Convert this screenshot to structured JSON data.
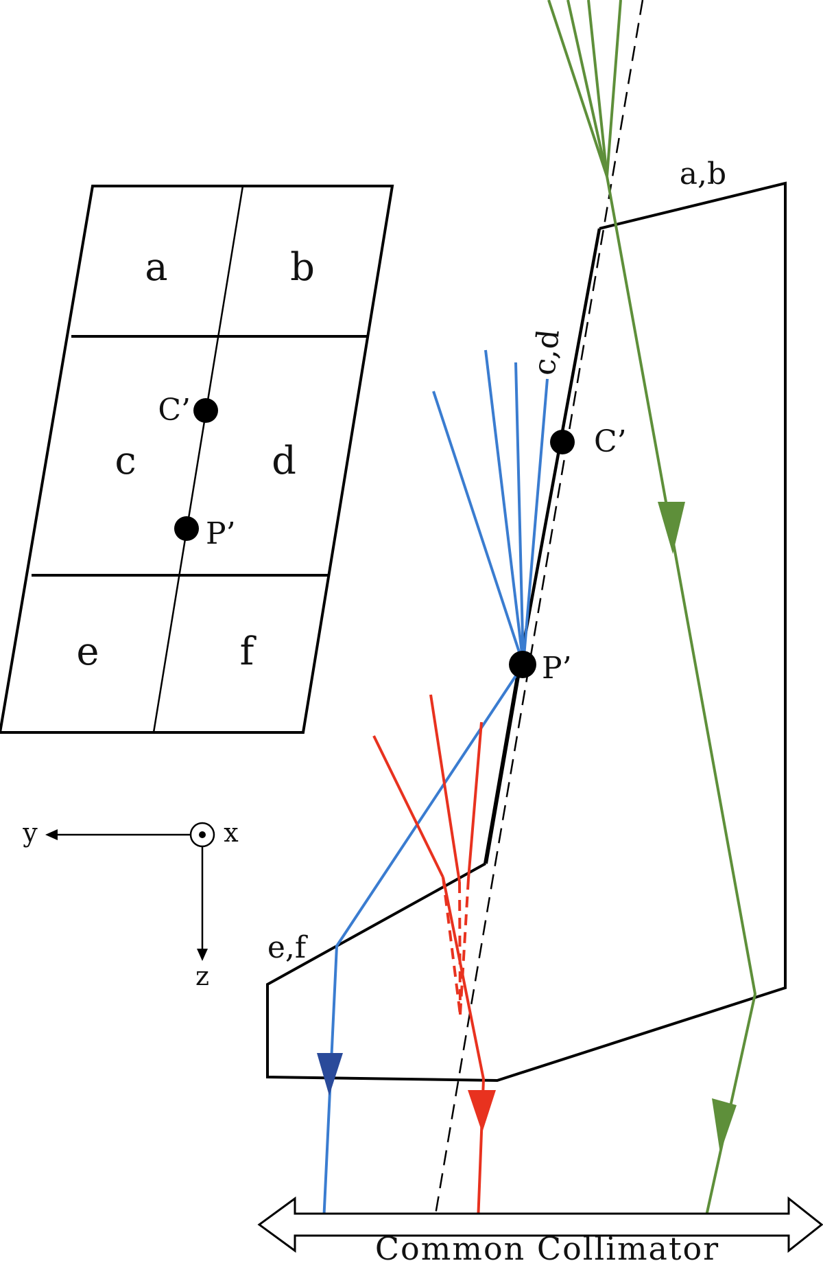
{
  "grid_labels": {
    "a": "a",
    "b": "b",
    "c": "c",
    "d": "d",
    "e": "e",
    "f": "f",
    "c_prime": "C’",
    "p_prime": "P’"
  },
  "prism_labels": {
    "ab": "a,b",
    "cd": "c,d",
    "ef": "e,f",
    "c_prime": "C’",
    "p_prime": "P’"
  },
  "axes": {
    "y": "y",
    "x": "x",
    "z": "z"
  },
  "collimator": {
    "label": "Common  Collimator"
  },
  "colors": {
    "green": "#5e8f3a",
    "blue": "#3a7cd0",
    "red": "#e8321f",
    "dark_blue": "#2a4a9a",
    "black": "#000000"
  }
}
